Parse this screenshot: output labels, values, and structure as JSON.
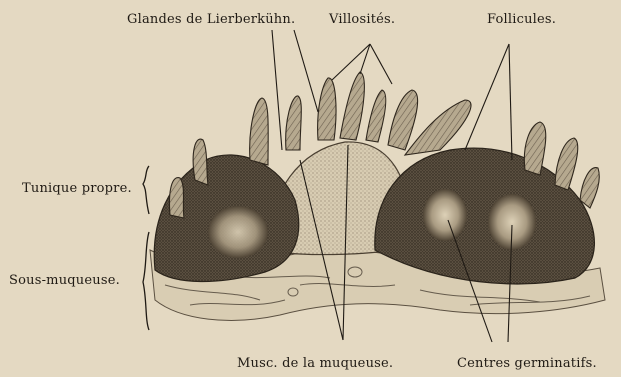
{
  "labels": {
    "glandes": "Glandes de Lierberkühn.",
    "villosites": "Villosités.",
    "follicules": "Follicules.",
    "tunique_propre": "Tunique propre.",
    "sous_muqueuse": "Sous-muqueuse.",
    "musc_muqueuse": "Musc. de la muqueuse.",
    "centres_germinatifs": "Centres germinatifs."
  },
  "colors": {
    "paper": "#e4d9c2",
    "ink": "#1f1a14",
    "tissue_dark": "#3e3427",
    "tissue_mid": "#7d705d",
    "tissue_light": "#cfc3aa"
  }
}
